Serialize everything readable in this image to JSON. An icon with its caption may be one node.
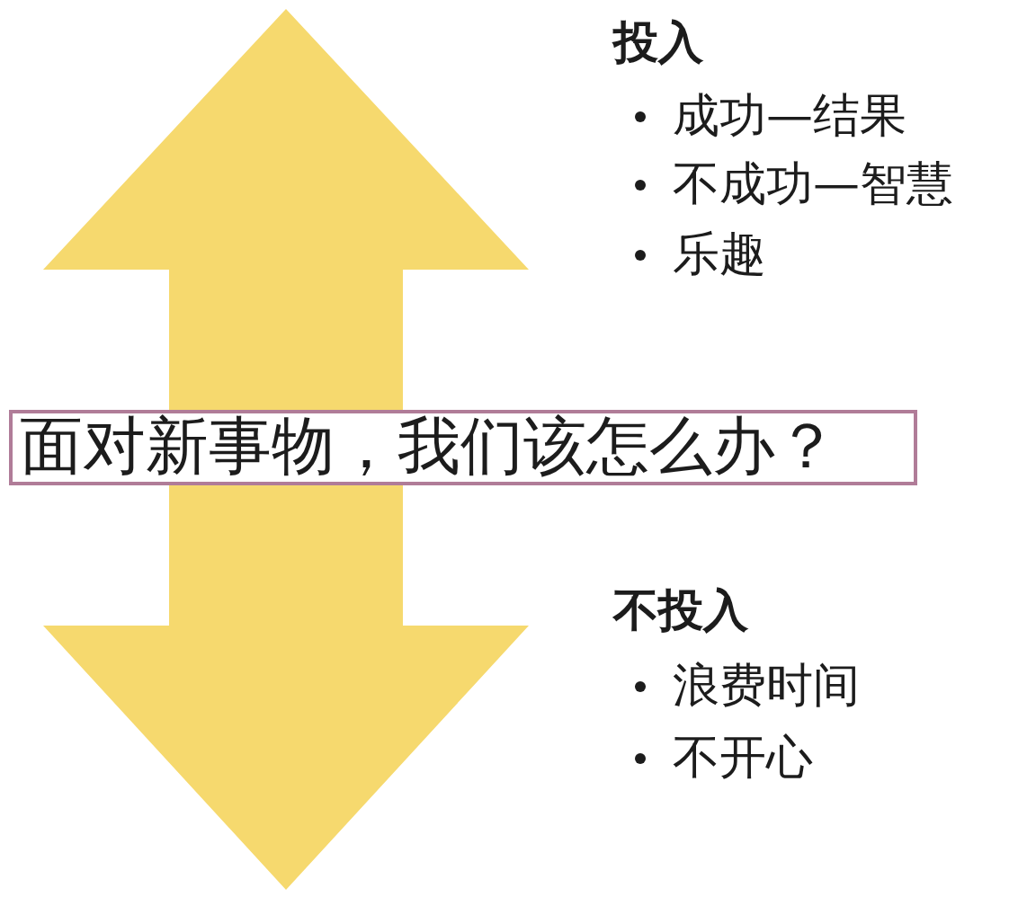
{
  "diagram": {
    "nodes": [
      {
        "text": [
          "面对新事物，我们该怎么办？"
        ]
      }
    ],
    "labels": [
      "投入",
      "成功—结果",
      "不成功—智慧",
      "乐趣",
      "不投入",
      "浪费时间",
      "不开心"
    ]
  }
}
